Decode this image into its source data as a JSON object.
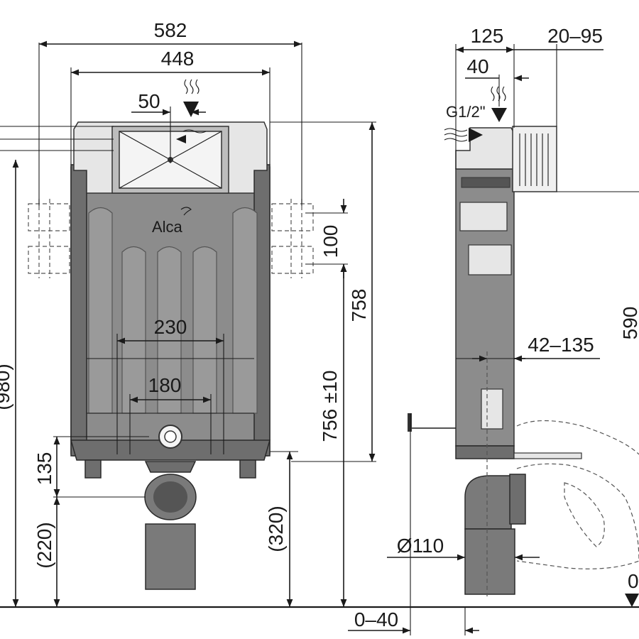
{
  "front_view": {
    "width_total": "582",
    "width_frame": "448",
    "inlet_offset": "50",
    "spacing_outer": "230",
    "spacing_inner": "180",
    "logo": "Alca",
    "bracket_spacing": "100",
    "height_total": "758",
    "height_outlet": "756 ±10",
    "height_max": "(980)",
    "height_135": "135",
    "height_220": "(220)",
    "height_320": "(320)"
  },
  "side_view": {
    "depth_125": "125",
    "depth_range_top": "20–95",
    "depth_40": "40",
    "inlet_thread": "G1/2\"",
    "depth_range_mid": "42–135",
    "height_590": "590",
    "outlet_diameter": "Ø110",
    "floor_offset": "0–40",
    "floor_zero": "0"
  }
}
